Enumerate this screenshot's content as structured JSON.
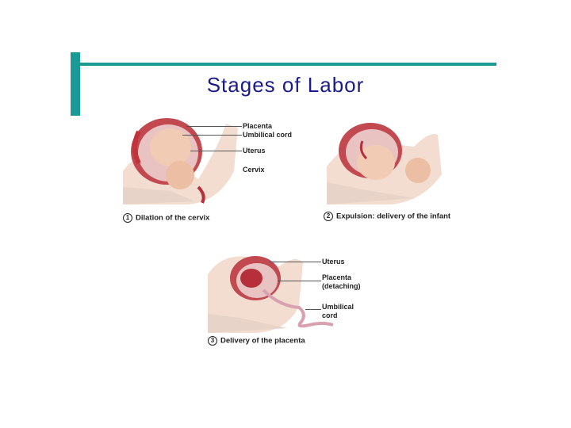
{
  "slide": {
    "title": "Stages of Labor"
  },
  "figure1": {
    "labels": [
      "Placenta",
      "Umbilical cord",
      "Uterus",
      "Cervix"
    ],
    "caption_num": "1",
    "caption": "Dilation of the cervix"
  },
  "figure2": {
    "caption_num": "2",
    "caption": "Expulsion: delivery of the infant"
  },
  "figure3": {
    "labels": [
      "Uterus",
      "Placenta",
      "(detaching)",
      "Umbilical",
      "cord"
    ],
    "caption_num": "3",
    "caption": "Delivery of the placenta"
  },
  "colors": {
    "accent": "#1a9a96",
    "title": "#1b1b8a"
  }
}
